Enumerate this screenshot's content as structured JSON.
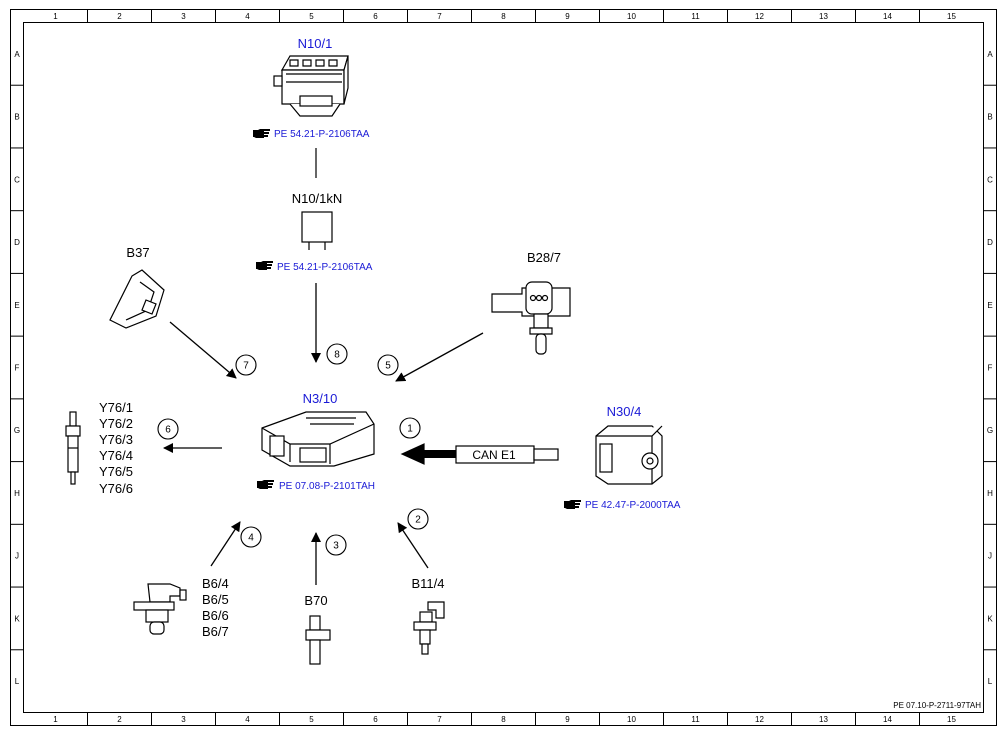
{
  "frame": {
    "columns": [
      "1",
      "2",
      "3",
      "4",
      "5",
      "6",
      "7",
      "8",
      "9",
      "10",
      "11",
      "12",
      "13",
      "14",
      "15"
    ],
    "rows": [
      "A",
      "B",
      "C",
      "D",
      "E",
      "F",
      "G",
      "H",
      "J",
      "K",
      "L"
    ]
  },
  "components": {
    "n10_1": "N10/1",
    "n10_1kn": "N10/1kN",
    "b37": "B37",
    "b28_7": "B28/7",
    "n3_10": "N3/10",
    "n30_4": "N30/4",
    "y76": [
      "Y76/1",
      "Y76/2",
      "Y76/3",
      "Y76/4",
      "Y76/5",
      "Y76/6"
    ],
    "b6": [
      "B6/4",
      "B6/5",
      "B6/6",
      "B6/7"
    ],
    "b70": "B70",
    "b11_4": "B11/4"
  },
  "references": {
    "n10_1": "PE 54.21-P-2106TAA",
    "n10_1kn": "PE 54.21-P-2106TAA",
    "n3_10": "PE 07.08-P-2101TAH",
    "n30_4": "PE 42.47-P-2000TAA"
  },
  "bus": {
    "label": "CAN E1"
  },
  "signals": [
    "1",
    "2",
    "3",
    "4",
    "5",
    "6",
    "7",
    "8"
  ],
  "document_id": "PE 07.10-P-2711-97TAH",
  "colors": {
    "link": "#1a1ad6",
    "line": "#000000"
  },
  "icons": {
    "reference": "pointing-hand-icon"
  }
}
